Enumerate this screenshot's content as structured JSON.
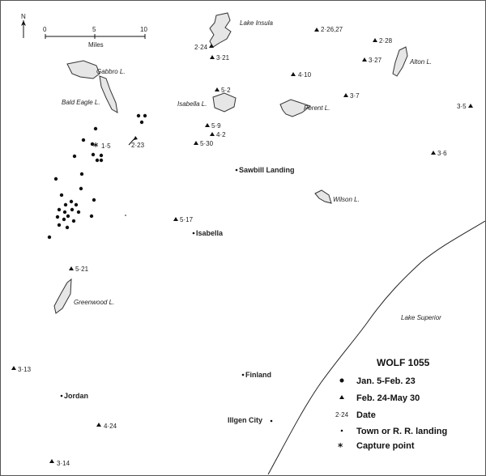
{
  "title": "WOLF 1055",
  "north_label": "N",
  "scale": {
    "ticks": [
      "0",
      "5",
      "10"
    ],
    "unit": "Miles"
  },
  "lakes": [
    "Lake Insula",
    "Alton L.",
    "Gabbro L.",
    "Bald Eagle L.",
    "Isabella L.",
    "Perent L.",
    "Wilson L.",
    "Greenwood L.",
    "Lake Superior"
  ],
  "towns": [
    "Sawbill Landing",
    "Isabella",
    "Finland",
    "Jordan",
    "Illgen City"
  ],
  "dates": [
    "2·26,27",
    "2·28",
    "2·24",
    "3·21",
    "3·27",
    "4·10",
    "5·2",
    "3·7",
    "3·5",
    "5·9",
    "4·2",
    "5·30",
    "2·23",
    "1·5",
    "3·6",
    "5·17",
    "5·21",
    "3·13",
    "4·24",
    "3·14"
  ],
  "legend": {
    "title": "WOLF 1055",
    "items": [
      {
        "symbol": "dot",
        "label": "Jan. 5-Feb. 23"
      },
      {
        "symbol": "triangle",
        "label": "Feb. 24-May 30"
      },
      {
        "symbol": "date-sample",
        "sample": "2·24",
        "label": "Date"
      },
      {
        "symbol": "small-dot",
        "label": "Town or R. R. landing"
      },
      {
        "symbol": "star",
        "label": "Capture point"
      }
    ]
  }
}
